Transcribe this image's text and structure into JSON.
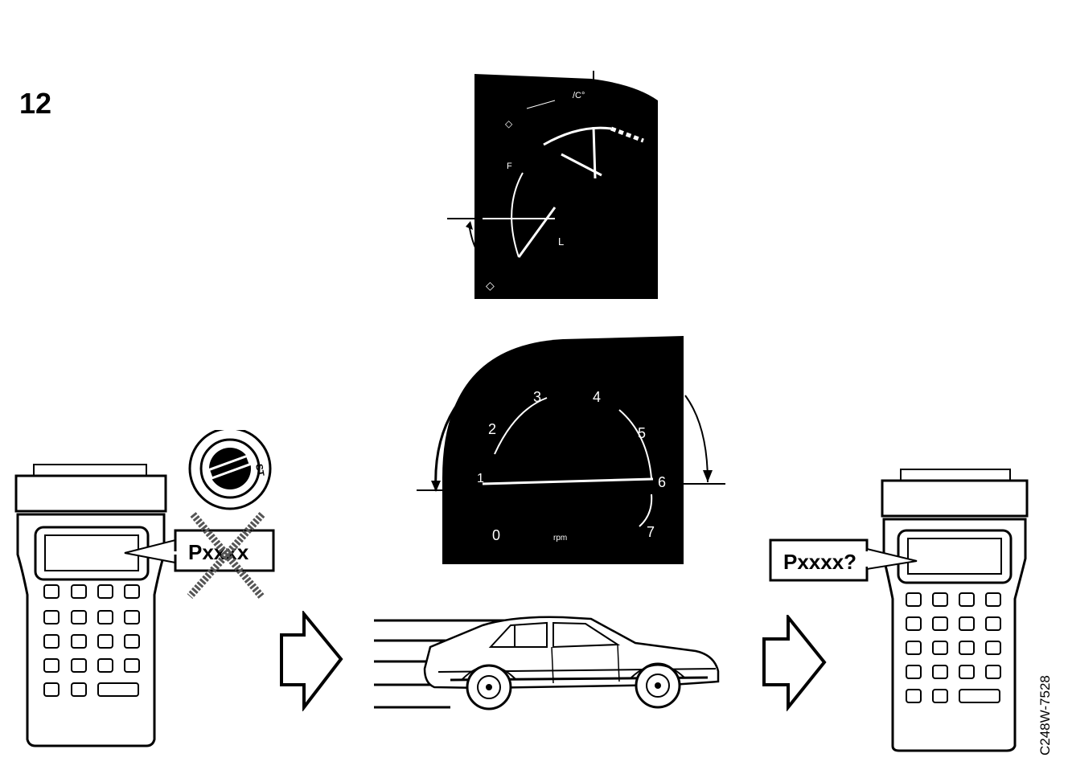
{
  "figure": {
    "number": "12",
    "reference_code": "C248W-7528"
  },
  "left_scan_tool": {
    "bubble_text": "Pxxxx",
    "crossed_out": true
  },
  "ignition_switch": {
    "position_label": "ST"
  },
  "temperature_gauge": {
    "labels": [
      "F",
      "L"
    ]
  },
  "tachometer": {
    "scale": [
      "0",
      "1",
      "2",
      "3",
      "4",
      "5",
      "6",
      "7"
    ],
    "unit": "rpm"
  },
  "right_scan_tool": {
    "bubble_text": "Pxxxx?"
  },
  "icons": [
    "temperature-gauge-icon",
    "tachometer-icon",
    "car-icon",
    "arrow-right-icon",
    "scan-tool-icon",
    "ignition-key-icon"
  ]
}
